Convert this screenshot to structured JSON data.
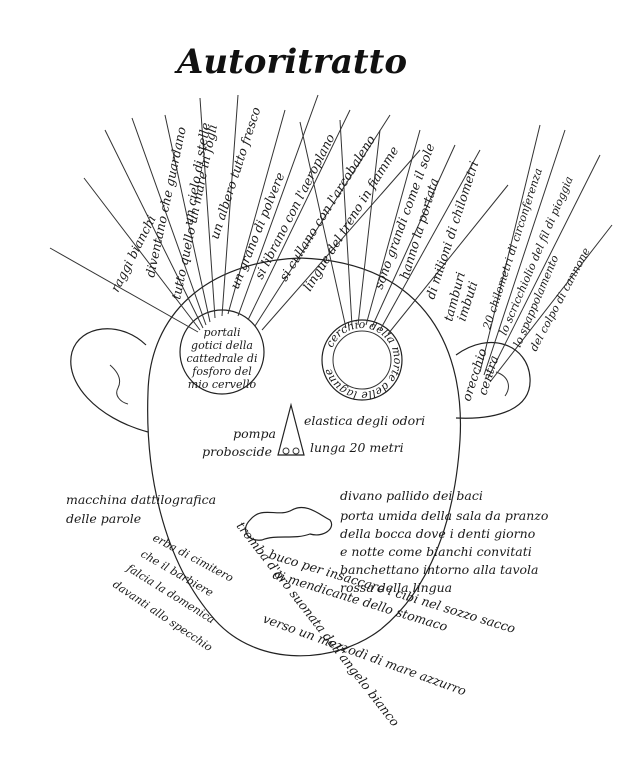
{
  "title": "Autoritratto",
  "rays": [
    "raggi bianchi",
    "diventano che guardano",
    "tutto quello un mare in fogli",
    "un cielo di stelle",
    "un albero tutto fresco",
    "un grano di polvere",
    "si librano con l'aeroplano",
    "si cullano con l'arcobaleno",
    "lingue del treno in fiamme",
    "sono grandi come il sole",
    "hanno la portata",
    "di milioni di chilometri"
  ],
  "ear_right_rays": [
    "tamburi",
    "imbuti",
    "20 chilometri di circonferenza",
    "lo scricchiolio del fil di pioggia",
    "lo spappolamento",
    "del colpo di cannone"
  ],
  "left_eye": [
    "portali",
    "gotici della",
    "cattedrale di",
    "fosforo del",
    "mio cervello"
  ],
  "right_eye": "cerchio della morte delle lagune",
  "right_ear": [
    "orecchio",
    "centra"
  ],
  "nose": {
    "left_top": "pompa",
    "right_top": "elastica degli odori",
    "left_bottom": "proboscide",
    "right_bottom": "lunga 20 metri"
  },
  "typewriter": [
    "macchina dattilografica",
    "delle parole"
  ],
  "mouth_right": [
    "divano pallido dei baci",
    "porta umida della sala da pranzo",
    "della bocca dove i denti giorno",
    "e notte come bianchi convitati",
    "banchettano intorno alla tavola",
    "rossa della lingua"
  ],
  "chin_left": [
    "erba di cimitero",
    "che il barbiere",
    "falcia la domenica",
    "davanti allo specchio"
  ],
  "chin_bottom": [
    "buco per insaccare i cibi nel sozzo sacco",
    "di mendicante dello stomaco",
    "tromba d'oro suonata dall'angelo bianco",
    "verso un mezzodì di mare azzurro"
  ]
}
